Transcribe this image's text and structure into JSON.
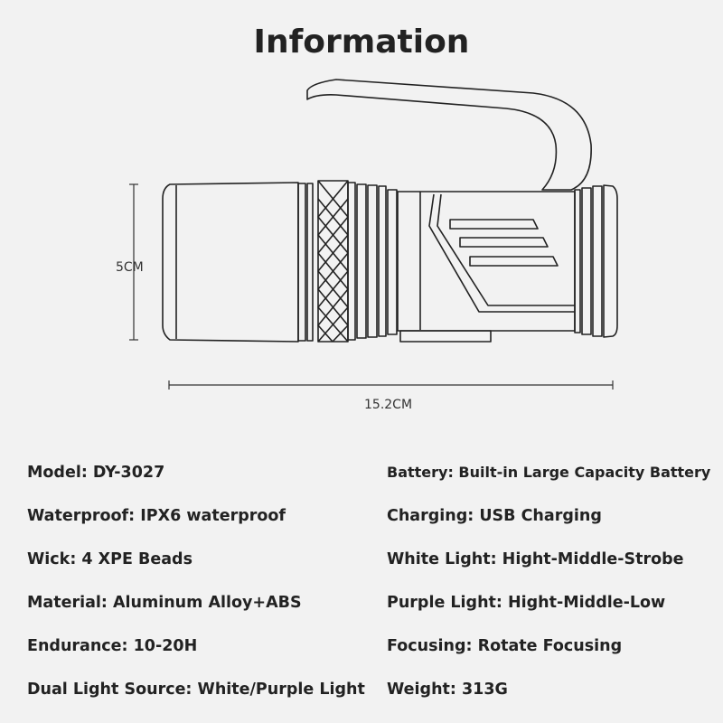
{
  "title": "Information",
  "dimensions": {
    "height": "5CM",
    "length": "15.2CM"
  },
  "specs_left": [
    "Model: DY-3027",
    "Waterproof: IPX6 waterproof",
    "Wick: 4 XPE Beads",
    "Material: Aluminum Alloy+ABS",
    "Endurance: 10-20H",
    "Dual Light Source: White/Purple Light"
  ],
  "specs_right": [
    "Battery: Built-in Large Capacity Battery",
    "Charging: USB Charging",
    "White Light: Hight-Middle-Strobe",
    "Purple Light: Hight-Middle-Low",
    "Focusing: Rotate Focusing",
    "Weight: 313G"
  ]
}
